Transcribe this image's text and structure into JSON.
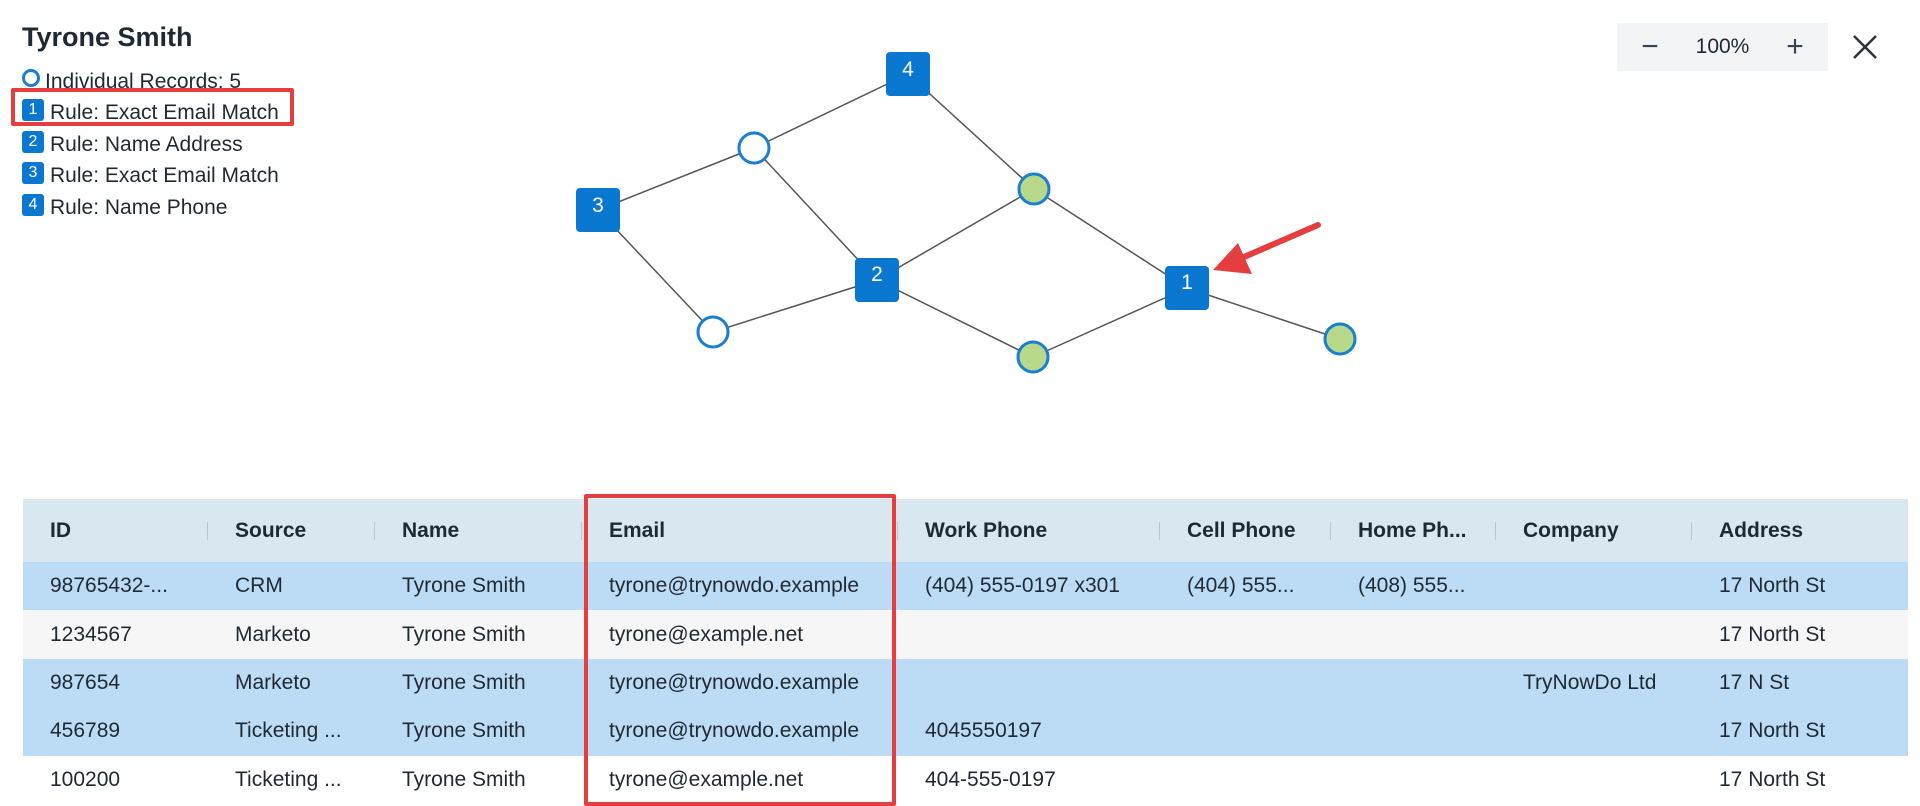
{
  "header": {
    "title": "Tyrone Smith"
  },
  "legend": {
    "records_label": "Individual Records: 5",
    "rules": [
      {
        "num": "1",
        "label": "Rule: Exact Email Match"
      },
      {
        "num": "2",
        "label": "Rule: Name Address"
      },
      {
        "num": "3",
        "label": "Rule: Exact Email Match"
      },
      {
        "num": "4",
        "label": "Rule: Name Phone"
      }
    ]
  },
  "zoom": {
    "minus": "−",
    "level": "100%",
    "plus": "+"
  },
  "graph": {
    "rule_nodes": [
      "4",
      "3",
      "2",
      "1"
    ],
    "colors": {
      "rule_node": "#0a78d1",
      "record_ring": "#1a7fd1",
      "matched_record_fill": "#b9d98a",
      "edge": "#555555",
      "highlight": "#e53e3e"
    }
  },
  "grid": {
    "headers": [
      "ID",
      "Source",
      "Name",
      "Email",
      "Work Phone",
      "Cell Phone",
      "Home Ph...",
      "Company",
      "Address"
    ],
    "rows": [
      {
        "id": "98765432-...",
        "source": "CRM",
        "name": "Tyrone Smith",
        "email": "tyrone@trynowdo.example",
        "work_phone": "(404) 555-0197 x301",
        "cell_phone": "(404) 555...",
        "home_phone": "(408) 555...",
        "company": "",
        "address": "17 North St",
        "style": "blue"
      },
      {
        "id": "1234567",
        "source": "Marketo",
        "name": "Tyrone Smith",
        "email": "tyrone@example.net",
        "work_phone": "",
        "cell_phone": "",
        "home_phone": "",
        "company": "",
        "address": "17 North St",
        "style": "gray"
      },
      {
        "id": "987654",
        "source": "Marketo",
        "name": "Tyrone Smith",
        "email": "tyrone@trynowdo.example",
        "work_phone": "",
        "cell_phone": "",
        "home_phone": "",
        "company": "TryNowDo Ltd",
        "address": "17 N St",
        "style": "blue"
      },
      {
        "id": "456789",
        "source": "Ticketing ...",
        "name": "Tyrone Smith",
        "email": "tyrone@trynowdo.example",
        "work_phone": "4045550197",
        "cell_phone": "",
        "home_phone": "",
        "company": "",
        "address": "17 North St",
        "style": "blue"
      },
      {
        "id": "100200",
        "source": "Ticketing ...",
        "name": "Tyrone Smith",
        "email": "tyrone@example.net",
        "work_phone": "404-555-0197",
        "cell_phone": "",
        "home_phone": "",
        "company": "",
        "address": "17 North St",
        "style": "white"
      }
    ]
  }
}
